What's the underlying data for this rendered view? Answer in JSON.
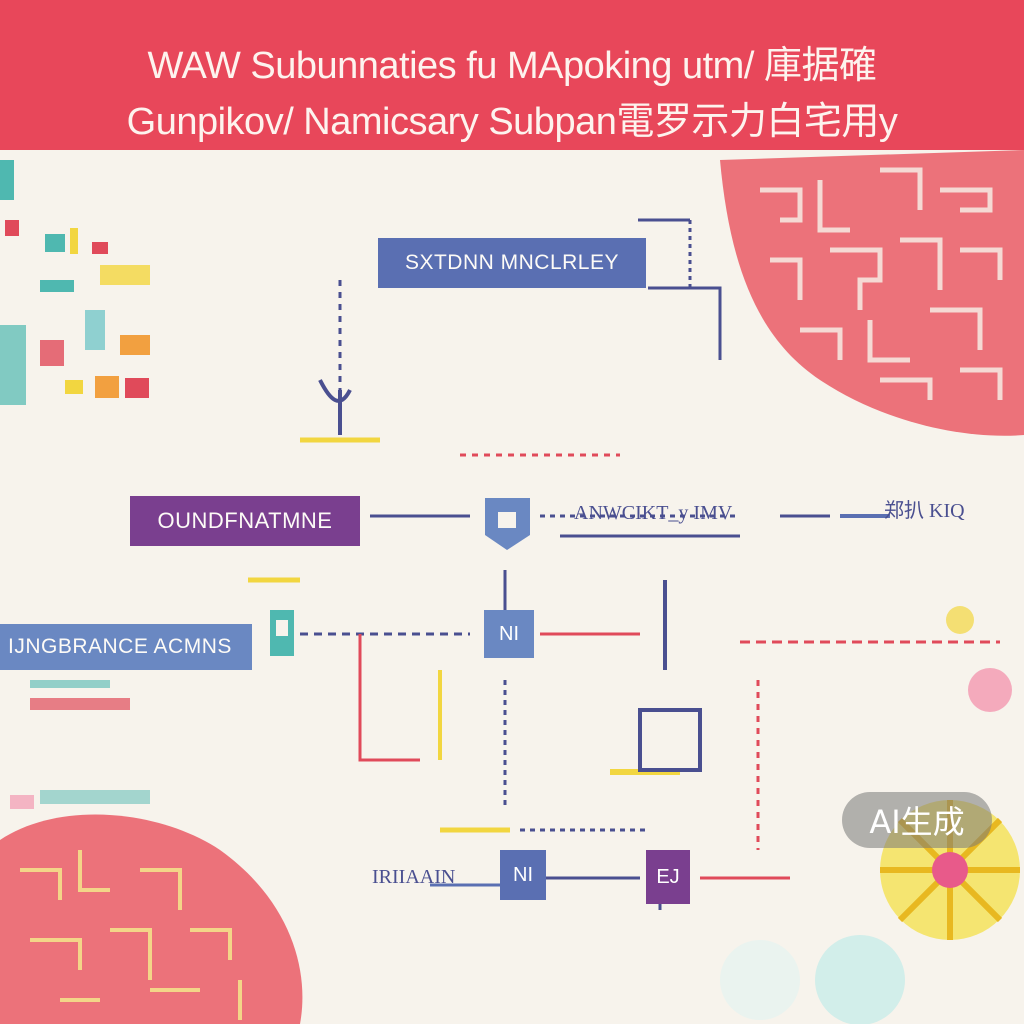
{
  "header": {
    "title_line1": "WAW Subunnaties fu MApoking utm/ 庫据確",
    "title_line2": "Gunpikov/ Namicsary Subpan電罗示力白宅用y"
  },
  "diagram": {
    "nodes": {
      "top": "SXTDNN MNCLRLEY",
      "left": "OUNDFNATMNE",
      "bottom_left": "IJNGBRANCE ACMNS",
      "center_box": "NI",
      "bottom_box_a": "NI",
      "bottom_box_b": "EJ"
    },
    "labels": {
      "mid_right_text": "ANWCIKT_y IMV",
      "far_right_text": "郑扒 KIQ",
      "bottom_text": "IRIIAAIN"
    }
  },
  "watermark": {
    "text": "AI生成"
  },
  "colors": {
    "header": "#e8475a",
    "background": "#f7f3ec",
    "node_blue": "#5a6fb2",
    "node_purple": "#7a3f8f",
    "node_light_blue": "#6a88c2",
    "accent_red": "#e04a5a",
    "accent_yellow": "#f2d640",
    "accent_teal": "#4fb8b0"
  }
}
